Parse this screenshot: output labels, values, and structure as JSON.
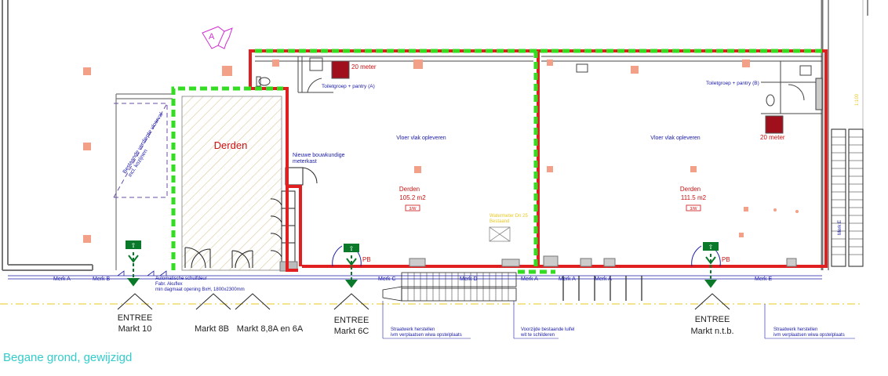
{
  "plan_title": "Begane grond, gewijzigd",
  "marker_letter": "A",
  "units": {
    "left_name": "Derden",
    "left_area": "105.2 m2",
    "right_name": "Derden",
    "right_area": "111.5 m2",
    "unit_tag": "3/W"
  },
  "hatched_unit_label": "Derden",
  "labels": {
    "floor_left": "Vloer vlak opleveren",
    "floor_right": "Vloer vlak opleveren",
    "toilet_left": "Toiletgroep + pantry (A)",
    "toilet_right": "Toiletgroep + pantry (B)",
    "distance_left": "20 meter",
    "distance_right": "20 meter",
    "meterkast_line1": "Nieuwe bouwkundige",
    "meterkast_line2": "meterkast",
    "existing_wall_line1": "Bestaande verdiepte vloerval",
    "existing_wall_line2": "incl. kozijnen",
    "door_line1": "Automatische schuifdeur",
    "door_line2": "Fabr. Akuflex",
    "door_line3": "min dagmaat opening BxH, 1800x2300mm",
    "meter_line1": "Watermeter Dn 25",
    "meter_line2": "Bestaand",
    "pb": "PB",
    "street_left_line1": "Straatwerk herstellen",
    "street_left_line2": "ivm verplaatsen wiwa opstelplaats",
    "awning_line1": "Voorzijde bestaande luifel",
    "awning_line2": "wit te schilderen",
    "street_right_line1": "Straatwerk herstellen",
    "street_right_line2": "ivm verplaatsen wiwa opstelplaats",
    "side_note": "Merk E",
    "side_tag": "1:100"
  },
  "merks": [
    "Merk A",
    "Merk B",
    "Merk C",
    "Merk D",
    "Merk A",
    "Merk A",
    "Merk A",
    "Merk E"
  ],
  "entrances": [
    {
      "title": "ENTREE",
      "name": "Markt 10"
    },
    {
      "title": "",
      "name": "Markt 8B"
    },
    {
      "title": "",
      "name": "Markt 8,8A en 6A"
    },
    {
      "title": "ENTREE",
      "name": "Markt 6C"
    },
    {
      "title": "ENTREE",
      "name": "Markt n.t.b."
    }
  ],
  "colors": {
    "wall_red": "#e02020",
    "route_green": "#33dd22",
    "annotation_blue": "#1a1aa8",
    "label_red": "#cc1111",
    "title_cyan": "#33cccc",
    "exit_green": "#0a7a2a",
    "marker_magenta": "#d030d0",
    "sprinkler_salmon": "#f2a088"
  }
}
